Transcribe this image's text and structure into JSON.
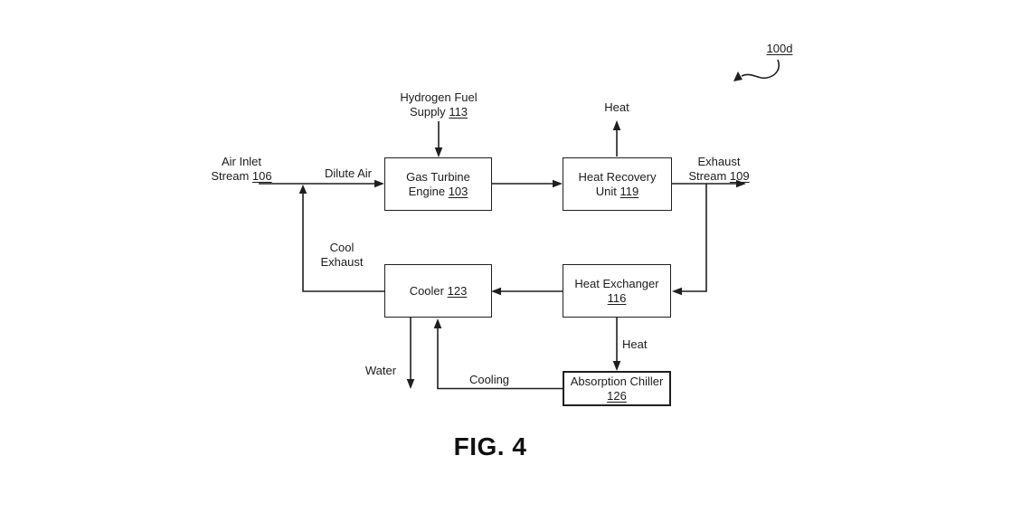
{
  "figure": {
    "caption": "FIG. 4",
    "diagram_ref": "100d"
  },
  "blocks": {
    "gas_turbine": {
      "name": "Gas Turbine Engine",
      "ref": "103"
    },
    "heat_recovery": {
      "name": "Heat Recovery Unit",
      "ref": "119"
    },
    "cooler": {
      "name": "Cooler",
      "ref": "123"
    },
    "heat_exchanger": {
      "name": "Heat Exchanger",
      "ref": "116"
    },
    "absorption_chiller": {
      "name": "Absorption Chiller",
      "ref": "126"
    }
  },
  "streams": {
    "hydrogen_fuel_supply": {
      "name": "Hydrogen Fuel Supply",
      "ref": "113"
    },
    "air_inlet_stream": {
      "name": "Air Inlet Stream",
      "ref": "106"
    },
    "exhaust_stream": {
      "name": "Exhaust Stream",
      "ref": "109"
    }
  },
  "flow_labels": {
    "dilute_air": "Dilute Air",
    "cool_exhaust": "Cool Exhaust",
    "heat_from_recovery": "Heat",
    "heat_to_chiller": "Heat",
    "water": "Water",
    "cooling": "Cooling"
  },
  "colors": {
    "line": "#1f1f1f",
    "text": "#1c1c1c",
    "background": "#ffffff"
  }
}
